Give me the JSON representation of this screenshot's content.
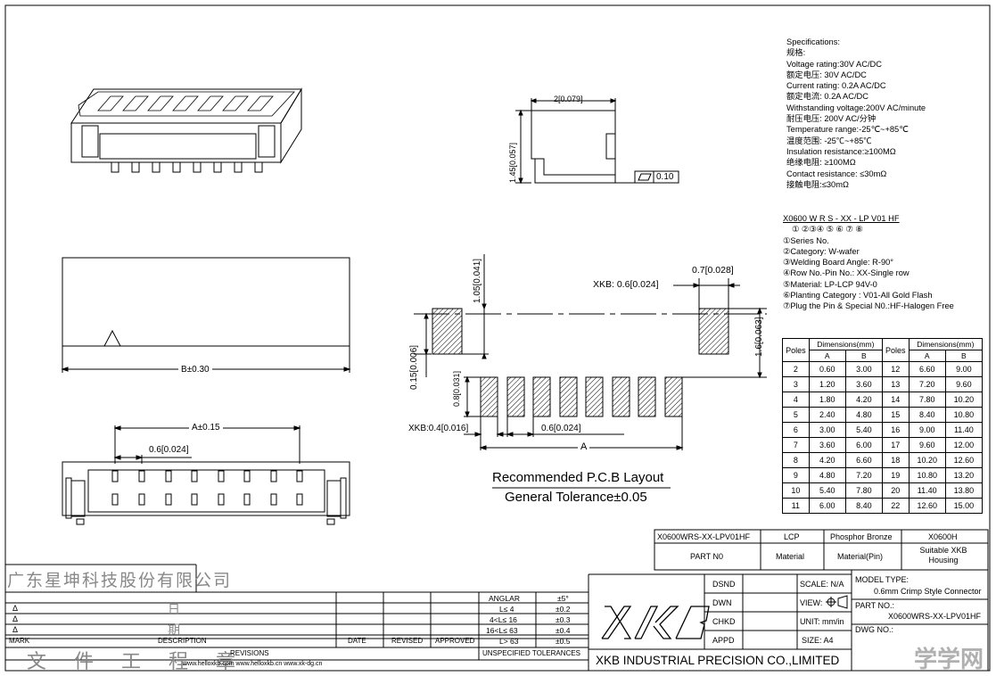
{
  "specifications": {
    "lines": [
      "Specifications:",
      "规格:",
      "Voltage rating:30V AC/DC",
      "额定电压:  30V AC/DC",
      "Current rating:  0.2A AC/DC",
      "额定电流:  0.2A AC/DC",
      "Withstanding voltage:200V AC/minute",
      "耐压电压:  200V AC/分钟",
      "Temperature range:-25℃~+85℃",
      "温度范围:  -25℃~+85℃",
      "Insulation resistance:≥100MΩ",
      "绝缘电阻:  ≥100MΩ",
      "Contact resistance:  ≤30mΩ",
      "接触电阻:≤30mΩ"
    ]
  },
  "part_code": {
    "code": "X0600 W R S - XX - LP V01  HF",
    "markers": "①  ②③④  ⑤   ⑥   ⑦  ⑧",
    "legend": [
      "①Series No.",
      "②Category:  W-wafer",
      "③Welding Board Angle:  R-90°",
      "④Row No.-Pin No.:  XX-Single row",
      "⑤Material:  LP-LCP 94V-0",
      "⑥Planting Category : V01-All Gold Flash",
      "⑦Plug the Pin & Special N0.:HF-Halogen Free"
    ]
  },
  "dimensions_table": {
    "header_poles": "Poles",
    "header_dimensions": "Dimensions(mm)",
    "header_a": "A",
    "header_b": "B",
    "rows": [
      [
        "2",
        "0.60",
        "3.00",
        "12",
        "6.60",
        "9.00"
      ],
      [
        "3",
        "1.20",
        "3.60",
        "13",
        "7.20",
        "9.60"
      ],
      [
        "4",
        "1.80",
        "4.20",
        "14",
        "7.80",
        "10.20"
      ],
      [
        "5",
        "2.40",
        "4.80",
        "15",
        "8.40",
        "10.80"
      ],
      [
        "6",
        "3.00",
        "5.40",
        "16",
        "9.00",
        "11.40"
      ],
      [
        "7",
        "3.60",
        "6.00",
        "17",
        "9.60",
        "12.00"
      ],
      [
        "8",
        "4.20",
        "6.60",
        "18",
        "10.20",
        "12.60"
      ],
      [
        "9",
        "4.80",
        "7.20",
        "19",
        "10.80",
        "13.20"
      ],
      [
        "10",
        "5.40",
        "7.80",
        "20",
        "11.40",
        "13.80"
      ],
      [
        "11",
        "6.00",
        "8.40",
        "22",
        "12.60",
        "15.00"
      ]
    ]
  },
  "drawing_labels": {
    "width_2": "2[0.079]",
    "height_145": "1.45[0.057]",
    "flatness": "0.10",
    "b_dim": "B±0.30",
    "a_dim": "A±0.15",
    "pitch_06": "0.6[0.024]",
    "xkb_06": "XKB: 0.6[0.024]",
    "pad_07": "0.7[0.028]",
    "h_105": "1.05[0.041]",
    "h_16": "1.6[0.063]",
    "h_015": "0.15[0.006]",
    "h_08": "0.8[0.031]",
    "xkb_04": "XKB:0.4[0.016]",
    "pitch_06b": "0.6[0.024]",
    "a_label": "A",
    "pcb_title": "Recommended P.C.B Layout",
    "tolerance": "General Tolerance±0.05"
  },
  "part_info": {
    "part_number": "X0600WRS-XX-LPV01HF",
    "material": "LCP",
    "pin_material": "Phosphor Bronze",
    "housing_part": "X0600H",
    "part_no_label": "PART N0",
    "material_label": "Material",
    "pin_material_label": "Material(Pin)",
    "suitable": "Suitable XKB Housing"
  },
  "title_block": {
    "company_cn": "广东星坤科技股份有限公司",
    "doc_cn": "文 件 工 程 章",
    "date_cn": "日",
    "period_cn": "期",
    "revision_marks": [
      "Δ",
      "Δ",
      "Δ"
    ],
    "mark": "MARK",
    "description": "DESCRIPTION",
    "date": "DATE",
    "revised": "REVISED",
    "approved": "APPROVED",
    "revisions": "REVISIONS",
    "websites": "www.helloxkb.com   www.helloxkb.cn  www.xk-dg.cn",
    "tol_header_angle": "ANGLAR",
    "tol_angle_value": "±5°",
    "tolerances": [
      [
        "L≤  4",
        "±0.2"
      ],
      [
        "4<L≤  16",
        "±0.3"
      ],
      [
        "16<L≤  63",
        "±0.4"
      ],
      [
        "L>  63",
        "±0.5"
      ]
    ],
    "unspecified": "UNSPECIFIED TOLERANCES",
    "logo": "XKB",
    "company": "XKB INDUSTRIAL PRECISION CO.,LIMITED",
    "dsnd": "DSND",
    "dwn": "DWN",
    "chkd": "CHKD",
    "appd": "APPD",
    "scale": "SCALE: N/A",
    "view": "VIEW:",
    "unit": "UNIT: mm/in",
    "size": "SIZE: A4",
    "model_type_label": "MODEL TYPE:",
    "model_type": "0.6mm Crimp Style Connector",
    "part_no_title": "PART NO.:",
    "part_no": "X0600WRS-XX-LPV01HF",
    "dwg_no": "DWG NO.:",
    "watermark": "学学网"
  },
  "colors": {
    "line": "#000000",
    "hatch": "#000000",
    "stamp": "#888888",
    "watermark": "#b0b0b0"
  }
}
